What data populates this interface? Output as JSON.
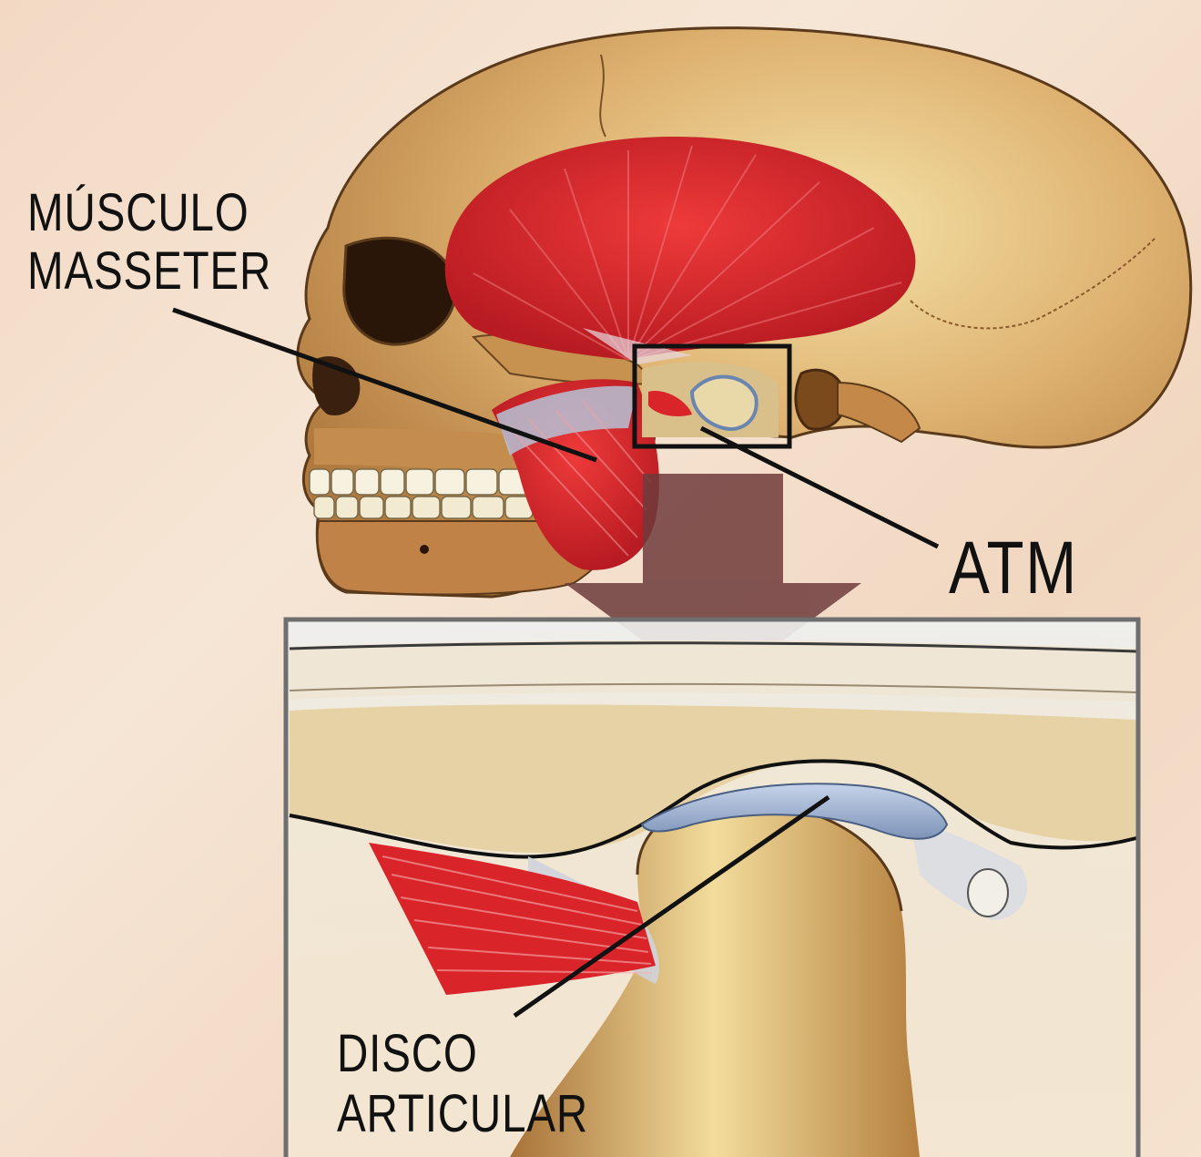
{
  "labels": {
    "masseter_line1": "MÚSCULO",
    "masseter_line2": "MASSETER",
    "atm": "ATM",
    "disco_line1": "DISCO",
    "disco_line2": "ARTICULAR"
  },
  "colors": {
    "bone": "#d9a866",
    "bone_shadow": "#a8733c",
    "muscle": "#d9242a",
    "disc": "#8fa6c8",
    "arrow": "#6e3b3b",
    "frame": "#6f6f6f"
  }
}
